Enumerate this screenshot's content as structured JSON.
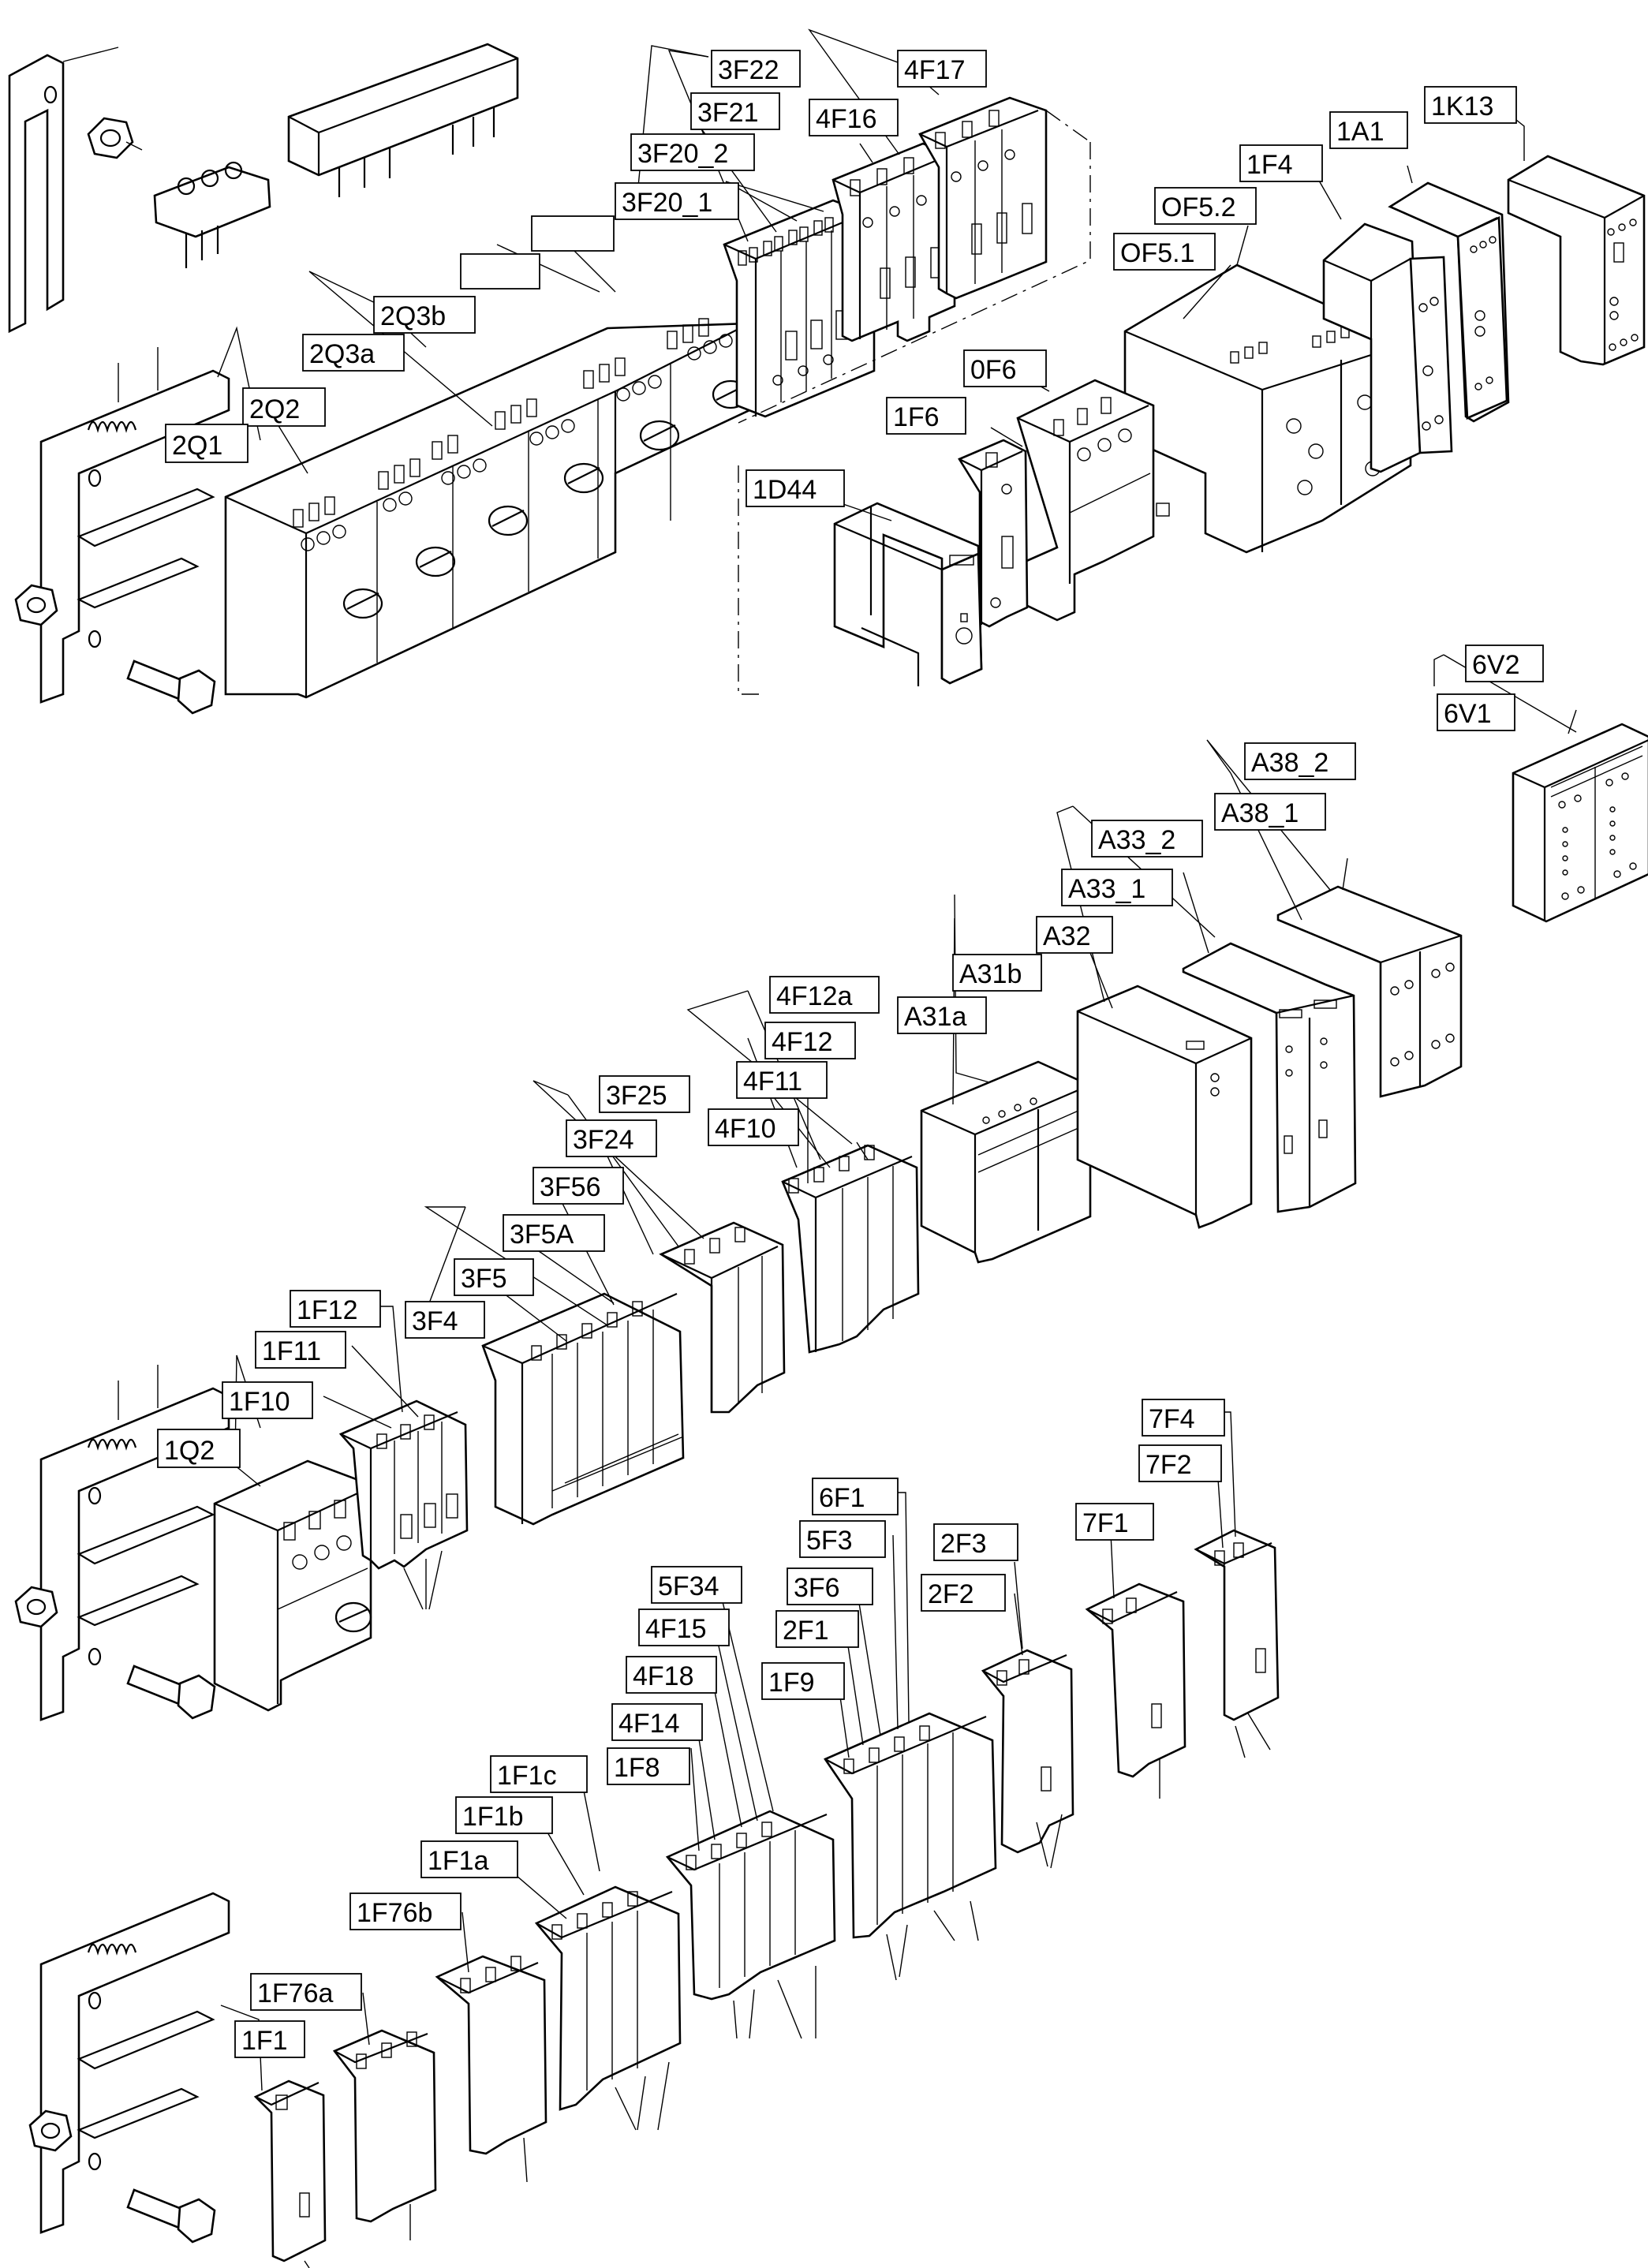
{
  "labels": {
    "l_3F22": "3F22",
    "l_3F21": "3F21",
    "l_3F20_2": "3F20_2",
    "l_3F20_1": "3F20_1",
    "l_4F17": "4F17",
    "l_4F16": "4F16",
    "l_2Q3b": "2Q3b",
    "l_2Q3a": "2Q3a",
    "l_2Q2": "2Q2",
    "l_2Q1": "2Q1",
    "l_1K13": "1K13",
    "l_1A1": "1A1",
    "l_1F4": "1F4",
    "l_OF5_2": "OF5.2",
    "l_OF5_1": "OF5.1",
    "l_0F6": "0F6",
    "l_1F6": "1F6",
    "l_1D44": "1D44",
    "l_6V2": "6V2",
    "l_6V1": "6V1",
    "l_A38_2": "A38_2",
    "l_A38_1": "A38_1",
    "l_A33_2": "A33_2",
    "l_A33_1": "A33_1",
    "l_A32": "A32",
    "l_A31b": "A31b",
    "l_A31a": "A31a",
    "l_4F12a": "4F12a",
    "l_4F12": "4F12",
    "l_4F11": "4F11",
    "l_4F10": "4F10",
    "l_3F25": "3F25",
    "l_3F24": "3F24",
    "l_3F56": "3F56",
    "l_3F5A": "3F5A",
    "l_3F5": "3F5",
    "l_3F4": "3F4",
    "l_1F12": "1F12",
    "l_1F11": "1F11",
    "l_1F10": "1F10",
    "l_1Q2": "1Q2",
    "l_7F4": "7F4",
    "l_7F2": "7F2",
    "l_7F1": "7F1",
    "l_6F1": "6F1",
    "l_5F3": "5F3",
    "l_3F6": "3F6",
    "l_2F1": "2F1",
    "l_1F9": "1F9",
    "l_2F3": "2F3",
    "l_2F2": "2F2",
    "l_5F34": "5F34",
    "l_4F15": "4F15",
    "l_4F18": "4F18",
    "l_4F14": "4F14",
    "l_1F8": "1F8",
    "l_1F1c": "1F1c",
    "l_1F1b": "1F1b",
    "l_1F1a": "1F1a",
    "l_1F76b": "1F76b",
    "l_1F76a": "1F76a",
    "l_1F1": "1F1"
  },
  "blank_labels": 2
}
